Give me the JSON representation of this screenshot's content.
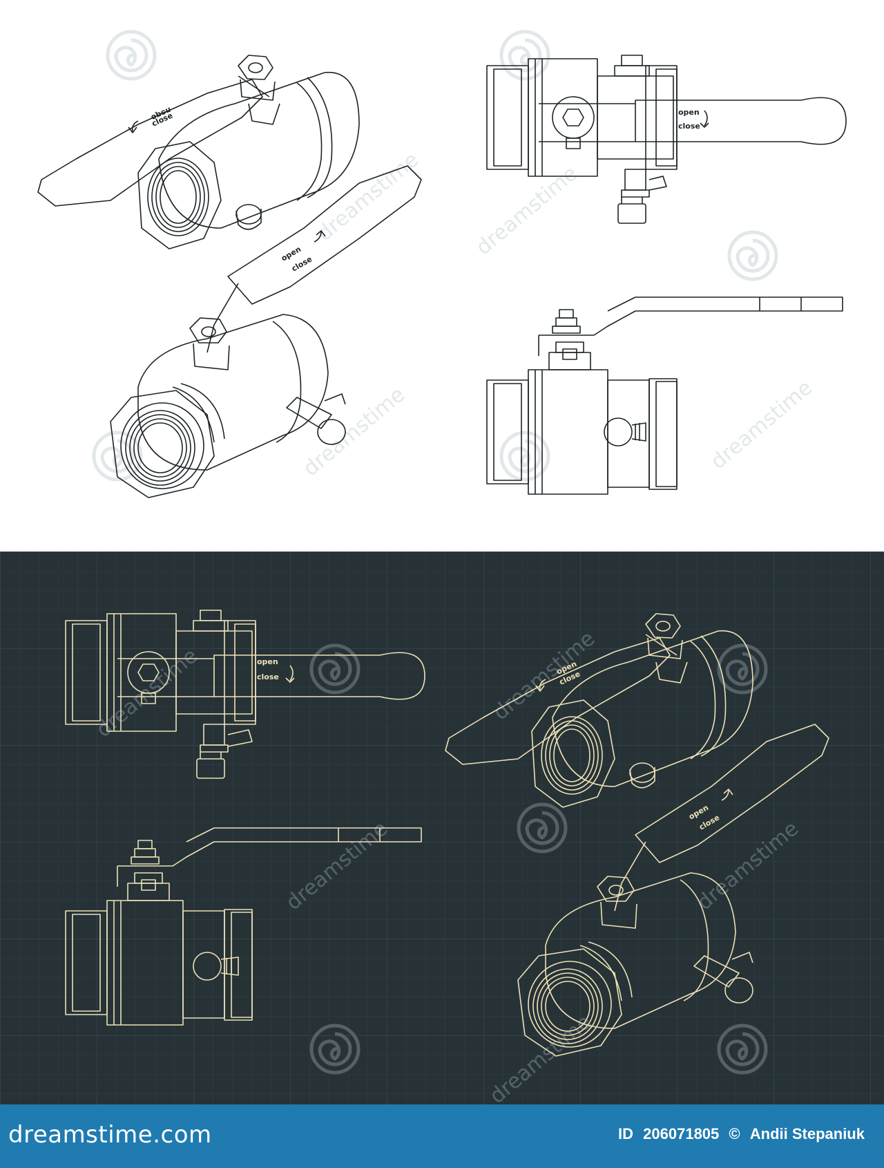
{
  "labels": {
    "open": "open",
    "close": "close"
  },
  "watermark": {
    "text": "dreamstime"
  },
  "footer": {
    "logo": "dreamstime.com",
    "id_label": "ID",
    "id_value": "206071805",
    "copyright": "©",
    "author": "Andii Stepaniuk"
  },
  "colors": {
    "dark_background": "#263236",
    "grid_line": "#3a474b",
    "blueprint_line": "#efe2b8",
    "light_line": "#1c2326",
    "footer_background": "#1f7bb0"
  }
}
